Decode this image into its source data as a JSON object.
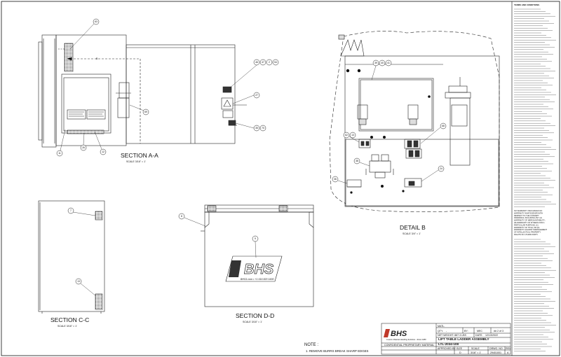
{
  "sections": {
    "a": {
      "title": "SECTION A-A",
      "scale": "SCALE 3/16\" = 1'"
    },
    "c": {
      "title": "SECTION C-C",
      "scale": "SCALE 3/16\" = 1'"
    },
    "d": {
      "title": "SECTION D-D",
      "scale": "SCALE 3/16\" = 1'"
    },
    "b": {
      "title": "DETAIL  B",
      "scale": "SCALE 3/4\" = 1'"
    }
  },
  "cut_marks": {
    "b": "B"
  },
  "balloons": {
    "a": [
      "63",
      "69",
      "11",
      "12",
      "26",
      "46",
      "47",
      "2",
      "54",
      "27",
      "35",
      "70"
    ],
    "b": [
      "39",
      "40",
      "41",
      "62",
      "13",
      "68",
      "38",
      "36",
      "24"
    ],
    "c": [
      "7",
      "13"
    ],
    "d": [
      "8",
      "9"
    ]
  },
  "note": {
    "title": "NOTE :",
    "items": [
      "1.    REMOVE BURRS BREAK SHARP EDGES"
    ]
  },
  "logo": {
    "text": "BHS",
    "tagline": "Custom Material Handling Solutions - Since 1986",
    "phone": "BHS1.com • +1 616 820 1600"
  },
  "title_block": {
    "matl_label": "MATL.",
    "qty_label": "QTY.",
    "qty_value": "-",
    "by_label": "BY:",
    "by_value": "MEC",
    "sheet_info": "##  2 of 3",
    "weight": "NET WEIGHT: 887.3 LBS",
    "date_label": "DATE:",
    "date_value": "12/13/2022",
    "title1": "LIFT TABLE LADDER ASSEMBLY",
    "title2": "LTL-2034-108",
    "confidential": "CONFIDENTIAL PROPRIETARY MATERIAL",
    "approved_label": "APPROVED BY:",
    "size_label": "SIZE",
    "size_value": "D",
    "scale_label": "SCALE",
    "scale_value": "3/16\" = 1'",
    "dwg_label": "DRWG. NO.",
    "dwg_value": "29401001",
    "rev_label": "REV",
    "rev_value": "A"
  },
  "terms": {
    "heading": "TERMS AND CONDITIONS",
    "no_warranty": "NO WARRANTY. BHS MAKES NO WARRANTY WHATSOEVER WITH RESPECT TO THE CONCEPT DRAWINGS, INCLUDING ANY (A) WARRANTY OF MERCHANTABILITY; (B) WARRANTY OF FITNESS FOR A PARTICULAR PURPOSE; (C) WARRANTY OF TITLE; OR (D) WARRANTY AGAINST INFRINGEMENT OF INTELLECTUAL PROPERTY RIGHTS OF A THIRD PARTY."
  }
}
